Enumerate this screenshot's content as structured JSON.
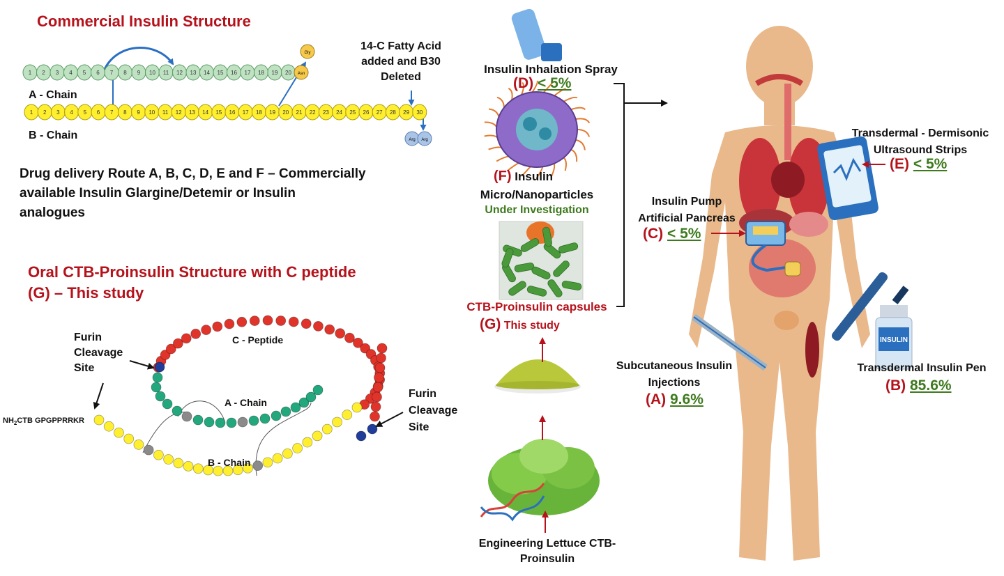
{
  "commercial": {
    "title": "Commercial Insulin Structure",
    "a_chain_label": "A - Chain",
    "b_chain_label": "B - Chain",
    "a_residues": [
      "1",
      "2",
      "3",
      "4",
      "5",
      "6",
      "7",
      "8",
      "9",
      "10",
      "11",
      "12",
      "13",
      "14",
      "15",
      "16",
      "17",
      "18",
      "19",
      "20"
    ],
    "b_residues": [
      "1",
      "2",
      "3",
      "4",
      "5",
      "6",
      "7",
      "8",
      "9",
      "10",
      "11",
      "12",
      "13",
      "14",
      "15",
      "16",
      "17",
      "18",
      "19",
      "20",
      "21",
      "22",
      "23",
      "24",
      "25",
      "26",
      "27",
      "28",
      "29",
      "30"
    ],
    "asn_label": "Asn",
    "gly_label": "Gly",
    "arg_label": "Arg",
    "fatty_acid_note": [
      "14-C Fatty Acid",
      "added and B30",
      "Deleted"
    ],
    "delivery_note": [
      "Drug delivery Route A, B, C, D, E and F – Commercially",
      "available Insulin Glargine/Detemir or Insulin",
      "analogues"
    ]
  },
  "oral": {
    "title_line1": "Oral CTB-Proinsulin Structure with C peptide",
    "title_line2": "(G) – This study",
    "furin_left": [
      "Furin",
      "Cleavage",
      "Site"
    ],
    "furin_right": [
      "Furin",
      "Cleavage",
      "Site"
    ],
    "c_peptide_label": "C - Peptide",
    "a_chain_label": "A - Chain",
    "b_chain_label": "B - Chain",
    "nh2_prefix": "NH",
    "nh2_sub": "2",
    "nh2_suffix": "CTB GPGPPRRKR"
  },
  "routes": {
    "d_name": "Insulin Inhalation Spray",
    "d_letter": "(D)",
    "d_value": "< 5%",
    "f_letter": "(F)",
    "f_name_1": "Insulin",
    "f_name_2": "Micro/Nanoparticles",
    "f_status": "Under Investigation",
    "g_name": "CTB-Proinsulin capsules",
    "g_letter": "(G)",
    "g_status": "This study",
    "lettuce_label": [
      "Engineering Lettuce CTB-",
      "Proinsulin"
    ],
    "c_name": [
      "Insulin Pump",
      "Artificial Pancreas"
    ],
    "c_letter": "(C)",
    "c_value": "< 5%",
    "e_name": [
      "Transdermal - Dermisonic",
      "Ultrasound Strips"
    ],
    "e_letter": "(E)",
    "e_value": "< 5%",
    "a_name": [
      "Subcutaneous Insulin",
      "Injections"
    ],
    "a_letter": "(A)",
    "a_value": "9.6%",
    "b_name": "Transdermal Insulin Pen",
    "b_letter": "(B)",
    "b_value": "85.6%",
    "vial_label": "INSULIN"
  },
  "colors": {
    "title_red": "#b5121b",
    "value_green": "#3d7a1d",
    "a_chain_fill": "#bfe3c2",
    "b_chain_fill": "#ffef2e",
    "c_peptide_red": "#e0342a",
    "a_bead_teal": "#23a87e",
    "furin_blue": "#1f3d99",
    "skin": "#e9b98c"
  }
}
